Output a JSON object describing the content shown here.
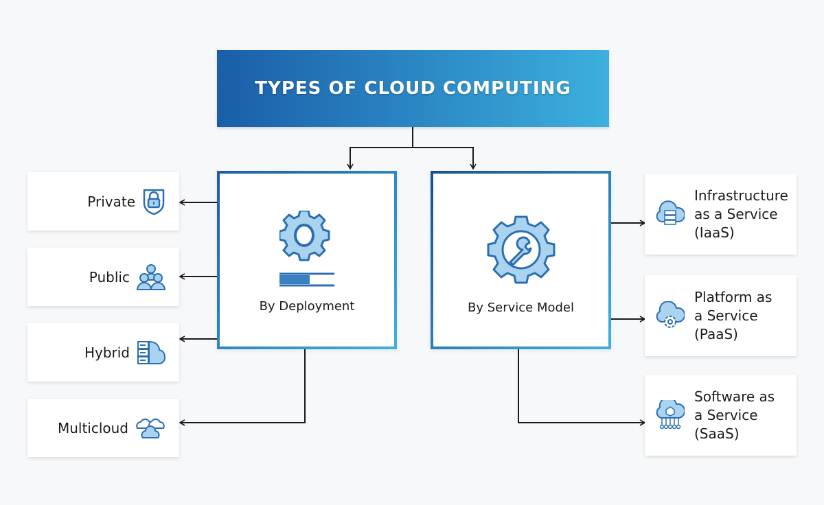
{
  "title": "TYPES OF CLOUD COMPUTING",
  "colors": {
    "title_gradient_start": "#1a5ea8",
    "title_gradient_end": "#3cb0de",
    "icon_stroke": "#2a6fb3",
    "icon_fill": "#a9d3ee",
    "connector": "#1a1a1a"
  },
  "categories": {
    "deployment": {
      "label": "By Deployment",
      "icon": "gear-progress-icon",
      "progress": 0.6,
      "items": [
        {
          "label": "Private",
          "icon": "shield-lock-icon"
        },
        {
          "label": "Public",
          "icon": "users-group-icon"
        },
        {
          "label": "Hybrid",
          "icon": "server-cloud-icon"
        },
        {
          "label": "Multicloud",
          "icon": "multi-cloud-icon"
        }
      ]
    },
    "service": {
      "label": "By Service Model",
      "icon": "gear-wrench-icon",
      "items": [
        {
          "label_lines": [
            "Infrastructure",
            "as a Service",
            "(IaaS)"
          ],
          "icon": "cloud-server-icon"
        },
        {
          "label_lines": [
            "Platform as",
            "a Service",
            "(PaaS)"
          ],
          "icon": "cloud-gear-icon"
        },
        {
          "label_lines": [
            "Software as",
            "a Service",
            "(SaaS)"
          ],
          "icon": "cloud-network-icon"
        }
      ]
    }
  }
}
